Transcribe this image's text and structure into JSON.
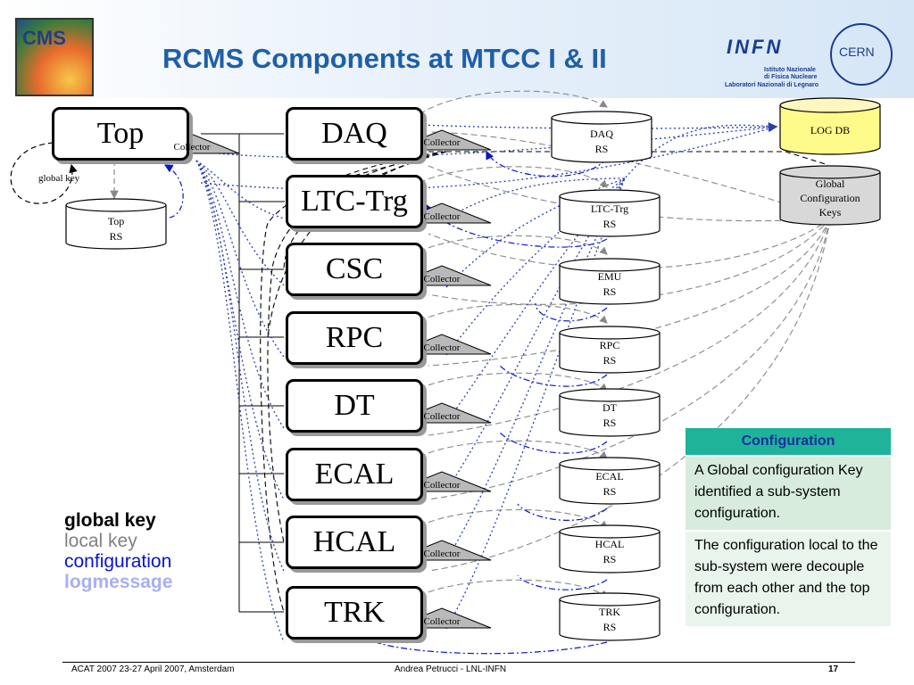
{
  "title": "RCMS Components at MTCC I & II",
  "logos": {
    "cms": "CMS",
    "infn": "INFN",
    "infn_line1": "Istituto Nazionale",
    "infn_line2": "di Fisica Nucleare",
    "infn_line3": "Laboratori Nazionali di Legnaro",
    "cern": "CERN"
  },
  "nodes": {
    "top": "Top",
    "daq": "DAQ",
    "ltc": "LTC-Trg",
    "csc": "CSC",
    "rpc": "RPC",
    "dt": "DT",
    "ecal": "ECAL",
    "hcal": "HCAL",
    "trk": "TRK"
  },
  "collector_label": "Collector",
  "global_key_loop": "global key",
  "resource_services": {
    "top": [
      "Top",
      "RS"
    ],
    "daq": [
      "DAQ",
      "RS"
    ],
    "ltc": [
      "LTC-Trg",
      "RS"
    ],
    "emu": [
      "EMU",
      "RS"
    ],
    "rpc": [
      "RPC",
      "RS"
    ],
    "dt": [
      "DT",
      "RS"
    ],
    "ecal": [
      "ECAL",
      "RS"
    ],
    "hcal": [
      "HCAL",
      "RS"
    ],
    "trk": [
      "TRK",
      "RS"
    ]
  },
  "log_db": "LOG DB",
  "global_config": [
    "Global",
    "Configuration",
    "Keys"
  ],
  "legend": {
    "global_key": "global key",
    "local_key": "local key",
    "configuration": "configuration",
    "logmessage": "logmessage"
  },
  "config_box": {
    "header": "Configuration",
    "row1": "A Global configuration Key identified a sub-system configuration.",
    "row2": "The configuration local to the sub-system were decouple from each other and the top configuration."
  },
  "footer": {
    "left": "ACAT 2007 23-27 April 2007, Amsterdam",
    "center": "Andrea Petrucci -  LNL-INFN",
    "page": "17"
  },
  "colors": {
    "title": "#1f5fa8",
    "global_key": "#000000",
    "local_key": "#808080",
    "configuration": "#0a14c8",
    "logmessage": "#a6b0f0",
    "config_header": "#1fb39a",
    "config_row": "#d7ecdc"
  }
}
